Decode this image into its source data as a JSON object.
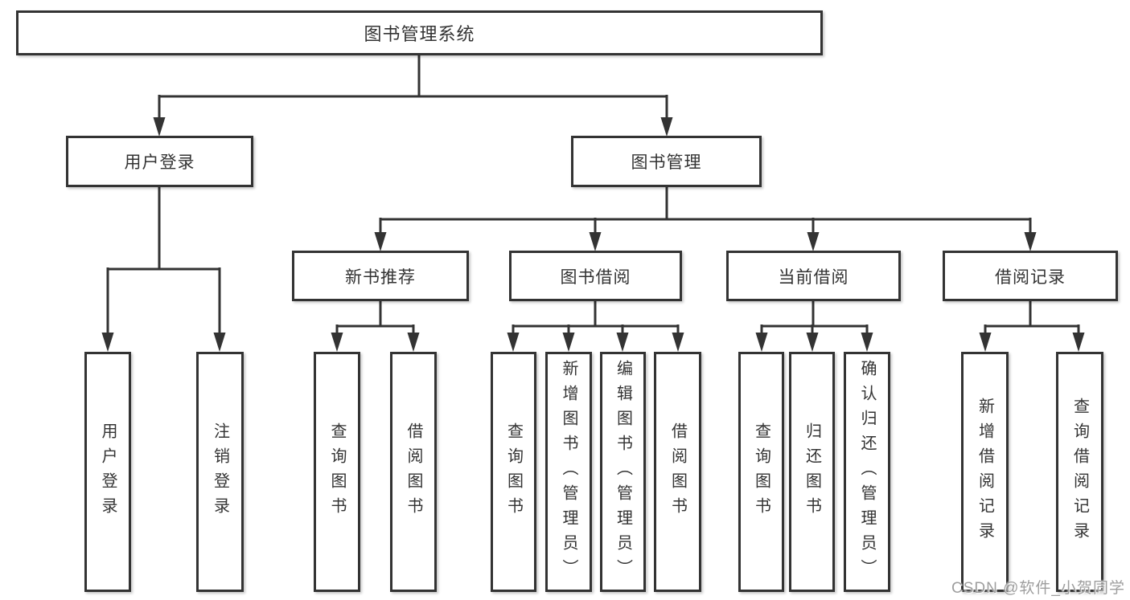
{
  "diagram_type": "functional-structure-tree",
  "title": "图书管理系统",
  "watermark": {
    "text": "CSDN @软件_小贺同学"
  },
  "colors": {
    "line": "#333333",
    "box_border": "#333333",
    "text": "#333333",
    "watermark": "#9e9e9e",
    "background": "#ffffff"
  },
  "tree": {
    "label": "图书管理系统",
    "children": [
      {
        "label": "用户登录",
        "children": [
          {
            "label": "用户登录"
          },
          {
            "label": "注销登录"
          }
        ]
      },
      {
        "label": "图书管理",
        "children": [
          {
            "label": "新书推荐",
            "children": [
              {
                "label": "查询图书"
              },
              {
                "label": "借阅图书"
              }
            ]
          },
          {
            "label": "图书借阅",
            "children": [
              {
                "label": "查询图书"
              },
              {
                "label": "新增图书（管理员）"
              },
              {
                "label": "编辑图书（管理员）"
              },
              {
                "label": "借阅图书"
              }
            ]
          },
          {
            "label": "当前借阅",
            "children": [
              {
                "label": "查询图书"
              },
              {
                "label": "归还图书"
              },
              {
                "label": "确认归还（管理员）"
              }
            ]
          },
          {
            "label": "借阅记录",
            "children": [
              {
                "label": "新增借阅记录"
              },
              {
                "label": "查询借阅记录"
              }
            ]
          }
        ]
      }
    ]
  }
}
